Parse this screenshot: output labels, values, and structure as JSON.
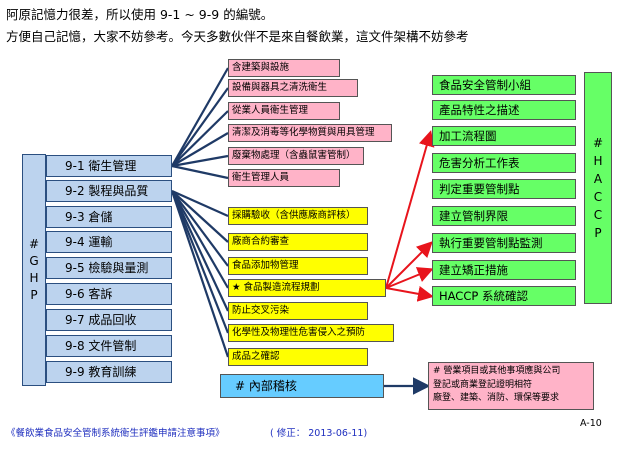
{
  "intro": {
    "line1": "阿原記憶力很差，所以使用  9-1 ~ 9-9  的編號。",
    "line2": "方便自己記憶，大家不妨參考。今天多數伙伴不是來自餐飲業，這文件架構不妨參考"
  },
  "ghp": {
    "letters": [
      "#",
      "G",
      "H",
      "P"
    ],
    "items": [
      "9-1  衛生管理",
      "9-2  製程與品質",
      "9-3  倉儲",
      "9-4  運輸",
      "9-5  檢驗與量測",
      "9-6  客訴",
      "9-7  成品回收",
      "9-8  文件管制",
      "9-9  教育訓練"
    ]
  },
  "hygiene_items": [
    "含建築與設施",
    "設備與器具之清洗衛生",
    "從業人員衛生管理",
    "清潔及消毒等化學物質與用具管理",
    "廢棄物處理（含蟲鼠害管制）",
    "衛生管理人員"
  ],
  "process_items": [
    "採購驗收（含供應廠商評核）",
    "廠商合約審查",
    "食品添加物管理",
    "★ 食品製造流程規劃",
    "防止交叉污染",
    "化學性及物理性危害侵入之預防",
    "成品之確認"
  ],
  "haccp": {
    "items": [
      "食品安全管制小組",
      "產品特性之描述",
      "加工流程圖",
      "危害分析工作表",
      "判定重要管制點",
      "建立管制界限",
      "執行重要管制點監測",
      "建立矯正措施",
      "HACCP  系統確認"
    ],
    "letters": [
      "#",
      "H",
      "A",
      "C",
      "C",
      "P"
    ]
  },
  "audit": {
    "label": "# 內部稽核"
  },
  "note": {
    "lines": [
      "# 營業項目或其他事項應與公司",
      "登記或商業登記證明相符",
      "廠登、建築、消防、環保等要求"
    ]
  },
  "footer": {
    "reference": "《餐飲業食品安全管制系統衛生評鑑申請注意事項》",
    "revision": "( 修正：  2013-06-11)",
    "page": "A-10"
  },
  "colors": {
    "ghp": "#bcd3ee",
    "pink": "#ffb3c8",
    "yellow": "#ffff00",
    "green": "#66ff66",
    "audit": "#66ccff",
    "navy_line": "#1f3a66",
    "red_arrow": "#e8141c",
    "footer_text": "#1f2fbf"
  }
}
